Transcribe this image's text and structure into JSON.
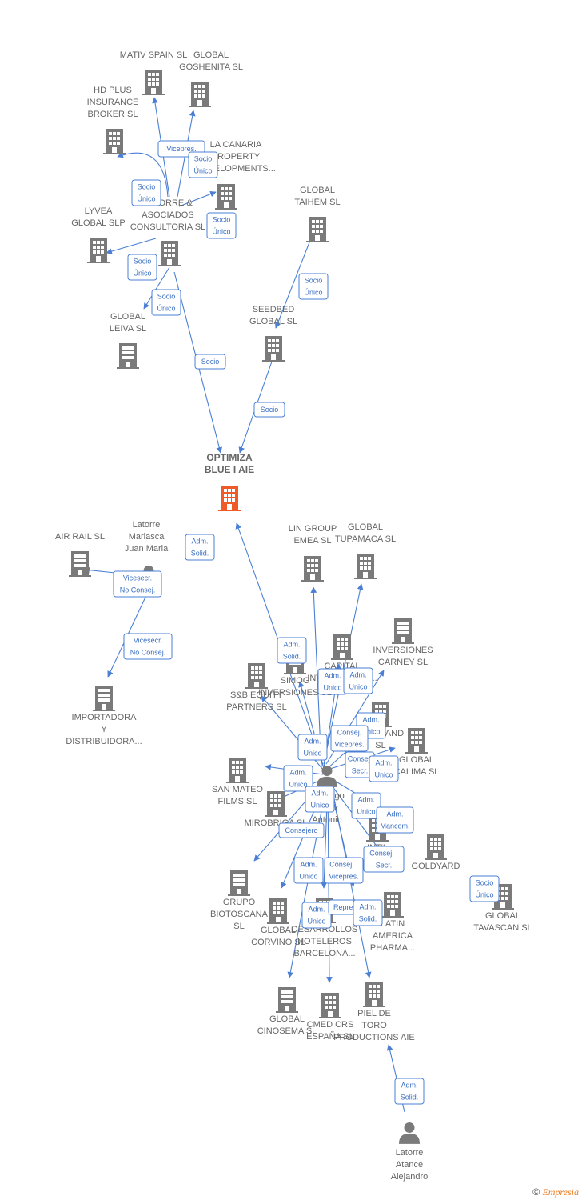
{
  "colors": {
    "edge": "#4a7fd4",
    "building": "#7a7a7a",
    "center_building": "#f05a28",
    "person": "#7a7a7a",
    "text": "#666666"
  },
  "nodes": [
    {
      "id": "optimiza",
      "type": "center",
      "lines": [
        "OPTIMIZA",
        "BLUE I AIE"
      ]
    },
    {
      "id": "mativ",
      "type": "company",
      "lines": [
        "MATIV SPAIN  SL"
      ]
    },
    {
      "id": "goshenita",
      "type": "company",
      "lines": [
        "GLOBAL",
        "GOSHENITA SL"
      ]
    },
    {
      "id": "hdplus",
      "type": "company",
      "lines": [
        "HD PLUS",
        "INSURANCE",
        "BROKER  SL"
      ]
    },
    {
      "id": "canaria",
      "type": "company",
      "lines": [
        "LA CANARIA",
        "PROPERTY",
        "DEVELOPMENTS..."
      ]
    },
    {
      "id": "latorre_asoc",
      "type": "company",
      "lines": [
        "LATORRE &",
        "ASOCIADOS",
        "CONSULTORIA SL"
      ]
    },
    {
      "id": "lyvea",
      "type": "company",
      "lines": [
        "LYVEA",
        "GLOBAL  SLP"
      ]
    },
    {
      "id": "taihem",
      "type": "company",
      "lines": [
        "GLOBAL",
        "TAIHEM SL"
      ]
    },
    {
      "id": "leiva",
      "type": "company",
      "lines": [
        "GLOBAL",
        "LEIVA  SL"
      ]
    },
    {
      "id": "seedbed",
      "type": "company",
      "lines": [
        "SEEDBED",
        "GLOBAL  SL"
      ]
    },
    {
      "id": "latorre_juan",
      "type": "person",
      "lines": [
        "Latorre",
        "Marlasca",
        "Juan Maria"
      ]
    },
    {
      "id": "airrail",
      "type": "company",
      "lines": [
        "AIR RAIL SL"
      ]
    },
    {
      "id": "importadora",
      "type": "company",
      "lines": [
        "IMPORTADORA",
        "Y",
        "DISTRIBUIDORA..."
      ]
    },
    {
      "id": "lingroup",
      "type": "company",
      "lines": [
        "LIN GROUP",
        "EMEA  SL"
      ]
    },
    {
      "id": "tupamaca",
      "type": "company",
      "lines": [
        "GLOBAL",
        "TUPAMACA SL"
      ]
    },
    {
      "id": "carney",
      "type": "company",
      "lines": [
        "INVERSIONES",
        "CARNEY SL"
      ]
    },
    {
      "id": "sbequity",
      "type": "company",
      "lines": [
        "S&B EQUITY",
        "PARTNERS  SL"
      ]
    },
    {
      "id": "simog",
      "type": "company",
      "lines": [
        "SIMOG",
        "INVERSIONES SL"
      ]
    },
    {
      "id": "capital",
      "type": "company",
      "lines": [
        "CAPITAL",
        "INVESTMENTS..."
      ]
    },
    {
      "id": "flagland",
      "type": "company",
      "lines": [
        "FLAGLAND",
        "SL"
      ]
    },
    {
      "id": "calima",
      "type": "company",
      "lines": [
        "GLOBAL",
        "CALIMA SL"
      ]
    },
    {
      "id": "sanmateo",
      "type": "company",
      "lines": [
        "SAN MATEO",
        "FILMS SL"
      ]
    },
    {
      "id": "santiago",
      "type": "person",
      "lines": [
        "Santiago",
        "Perez",
        "Antonio"
      ]
    },
    {
      "id": "mirobriga",
      "type": "company",
      "lines": [
        "MIROBRIGA SL"
      ]
    },
    {
      "id": "intl",
      "type": "company",
      "lines": [
        "INT'L"
      ]
    },
    {
      "id": "goldyard",
      "type": "company",
      "lines": [
        "GOLDYARD"
      ]
    },
    {
      "id": "tavascan",
      "type": "company",
      "lines": [
        "GLOBAL",
        "TAVASCAN  SL"
      ]
    },
    {
      "id": "biotoscana",
      "type": "company",
      "lines": [
        "GRUPO",
        "BIOTOSCANA",
        "SL"
      ]
    },
    {
      "id": "corvino",
      "type": "company",
      "lines": [
        "GLOBAL",
        "CORVINO SL"
      ]
    },
    {
      "id": "desarrollos",
      "type": "company",
      "lines": [
        "DESARROLLOS",
        "HOTELEROS",
        "BARCELONA..."
      ]
    },
    {
      "id": "latin",
      "type": "company",
      "lines": [
        "LATIN",
        "AMERICA",
        "PHARMA..."
      ]
    },
    {
      "id": "cinosema",
      "type": "company",
      "lines": [
        "GLOBAL",
        "CINOSEMA SL"
      ]
    },
    {
      "id": "cmed",
      "type": "company",
      "lines": [
        "CMED CRS",
        "ESPAÑA SL"
      ]
    },
    {
      "id": "piel",
      "type": "company",
      "lines": [
        "PIEL DE",
        "TORO",
        "PRODUCTIONS AIE"
      ]
    },
    {
      "id": "latorre_alej",
      "type": "person",
      "lines": [
        "Latorre",
        "Atance",
        "Alejandro"
      ]
    }
  ],
  "relations": [
    {
      "id": "r1",
      "lines": [
        "Vicepres."
      ]
    },
    {
      "id": "r2",
      "lines": [
        "Socio",
        "Único"
      ]
    },
    {
      "id": "r3",
      "lines": [
        "Socio",
        "Único"
      ]
    },
    {
      "id": "r4",
      "lines": [
        "Socio",
        "Único"
      ]
    },
    {
      "id": "r5",
      "lines": [
        "Socio",
        "Único"
      ]
    },
    {
      "id": "r6",
      "lines": [
        "Socio",
        "Único"
      ]
    },
    {
      "id": "r7",
      "lines": [
        "Socio",
        "Único"
      ]
    },
    {
      "id": "r8",
      "lines": [
        "Socio"
      ]
    },
    {
      "id": "r9",
      "lines": [
        "Socio"
      ]
    },
    {
      "id": "r10",
      "lines": [
        "Adm.",
        "Solid."
      ]
    },
    {
      "id": "r11",
      "lines": [
        "Vicesecr.",
        "No Consej."
      ]
    },
    {
      "id": "r12",
      "lines": [
        "Vicesecr.",
        "No Consej."
      ]
    },
    {
      "id": "r13",
      "lines": [
        "Adm.",
        "Solid."
      ]
    },
    {
      "id": "r14",
      "lines": [
        "Adm.",
        "Unico"
      ]
    },
    {
      "id": "r15",
      "lines": [
        "Adm.",
        "Unico"
      ]
    },
    {
      "id": "r16",
      "lines": [
        "Adm.",
        "Unico"
      ]
    },
    {
      "id": "r17",
      "lines": [
        "Consej.",
        "Vicepres."
      ]
    },
    {
      "id": "r18",
      "lines": [
        "Adm.",
        "Unico"
      ]
    },
    {
      "id": "r19",
      "lines": [
        "Consej.",
        "Secr."
      ]
    },
    {
      "id": "r20",
      "lines": [
        "Adm.",
        "Unico"
      ]
    },
    {
      "id": "r21",
      "lines": [
        "Adm.",
        "Unico"
      ]
    },
    {
      "id": "r22",
      "lines": [
        "Adm.",
        "Unico"
      ]
    },
    {
      "id": "r23",
      "lines": [
        "Adm.",
        "Unico"
      ]
    },
    {
      "id": "r24",
      "lines": [
        "Adm.",
        "Mancom."
      ]
    },
    {
      "id": "r25",
      "lines": [
        "Consejero"
      ]
    },
    {
      "id": "r26",
      "lines": [
        "Consej. .",
        "Secr."
      ]
    },
    {
      "id": "r27",
      "lines": [
        "Adm.",
        "Unico"
      ]
    },
    {
      "id": "r28",
      "lines": [
        "Consej. .",
        "Vicepres."
      ]
    },
    {
      "id": "r29",
      "lines": [
        "Socio",
        "Único"
      ]
    },
    {
      "id": "r30",
      "lines": [
        "Adm.",
        "Unico"
      ]
    },
    {
      "id": "r31",
      "lines": [
        "Represent."
      ]
    },
    {
      "id": "r32",
      "lines": [
        "Adm.",
        "Solid."
      ]
    },
    {
      "id": "r33",
      "lines": [
        "Adm.",
        "Solid."
      ]
    }
  ],
  "footer": {
    "copyright": "©",
    "brand": "Empresia"
  }
}
